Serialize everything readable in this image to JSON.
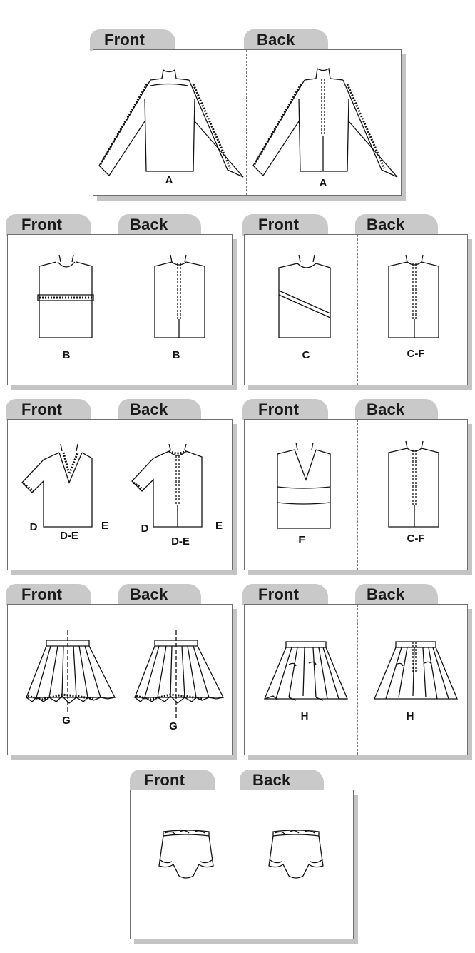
{
  "labels": {
    "front": "Front",
    "back": "Back"
  },
  "views": {
    "A_front": "A",
    "A_back": "A",
    "B_front": "B",
    "B_back": "B",
    "C_front": "C",
    "CF_back_1": "C-F",
    "D_side": "D",
    "DE_center": "D-E",
    "E_side": "E",
    "D_side_back": "D",
    "DE_center_back": "D-E",
    "E_side_back": "E",
    "F_front": "F",
    "CF_back_2": "C-F",
    "G_front": "G",
    "G_back": "G",
    "H_front": "H",
    "H_back": "H"
  }
}
